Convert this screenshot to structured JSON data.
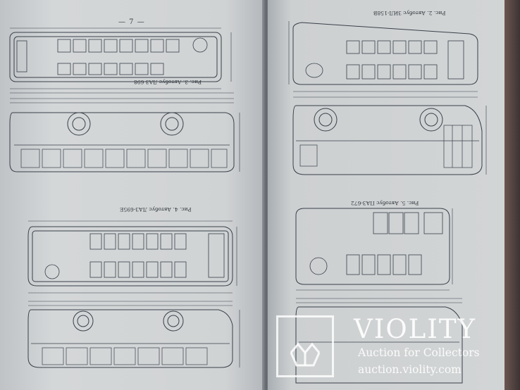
{
  "page": {
    "number": "— 7 —"
  },
  "figures": [
    {
      "id": "fig3",
      "caption": "Рис. 3. Автобус ЛАЗ-698"
    },
    {
      "id": "fig4",
      "caption": "Рис. 4. Автобус ЛАЗ-695Е"
    },
    {
      "id": "fig2",
      "caption": "Рис. 2. Автобус ЗИЛ-158В"
    },
    {
      "id": "fig5",
      "caption": "Рис. 5. Автобус ПАЗ-672"
    }
  ],
  "watermark": {
    "brand": "VIOLITY",
    "tagline": "Auction for Collectors",
    "url": "auction.violity.com",
    "color": "#ffffff"
  },
  "colors": {
    "paper": "#cfd2d3",
    "ink": "#2f3439",
    "background": "#3a3e45"
  }
}
